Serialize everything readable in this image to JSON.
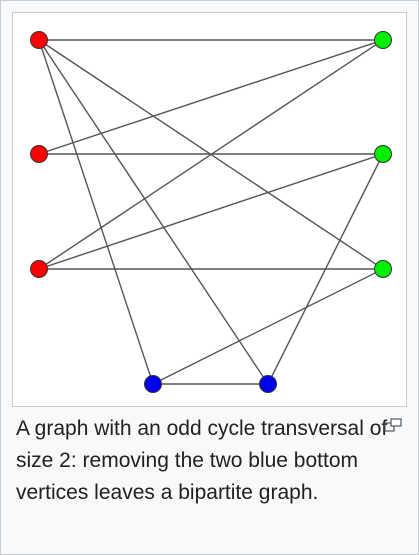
{
  "figure": {
    "caption": "A graph with an odd cycle transversal of size 2: removing the two blue bottom vertices leaves a bipartite graph.",
    "colors": {
      "red": "#ff0000",
      "green": "#00ee00",
      "blue": "#0000ee",
      "edge": "#555555",
      "node_stroke": "#333333"
    },
    "nodes": [
      {
        "id": "r1",
        "color": "red"
      },
      {
        "id": "r2",
        "color": "red"
      },
      {
        "id": "r3",
        "color": "red"
      },
      {
        "id": "g1",
        "color": "green"
      },
      {
        "id": "g2",
        "color": "green"
      },
      {
        "id": "g3",
        "color": "green"
      },
      {
        "id": "b1",
        "color": "blue"
      },
      {
        "id": "b2",
        "color": "blue"
      }
    ],
    "edges": [
      [
        "r1",
        "g1"
      ],
      [
        "r1",
        "g3"
      ],
      [
        "r1",
        "b1"
      ],
      [
        "r1",
        "b2"
      ],
      [
        "r2",
        "g1"
      ],
      [
        "r2",
        "g2"
      ],
      [
        "r3",
        "g1"
      ],
      [
        "r3",
        "g2"
      ],
      [
        "r3",
        "g3"
      ],
      [
        "b1",
        "b2"
      ],
      [
        "b1",
        "g3"
      ],
      [
        "b2",
        "g2"
      ]
    ]
  },
  "controls": {
    "enlarge_icon": "magnify-clip-icon"
  }
}
